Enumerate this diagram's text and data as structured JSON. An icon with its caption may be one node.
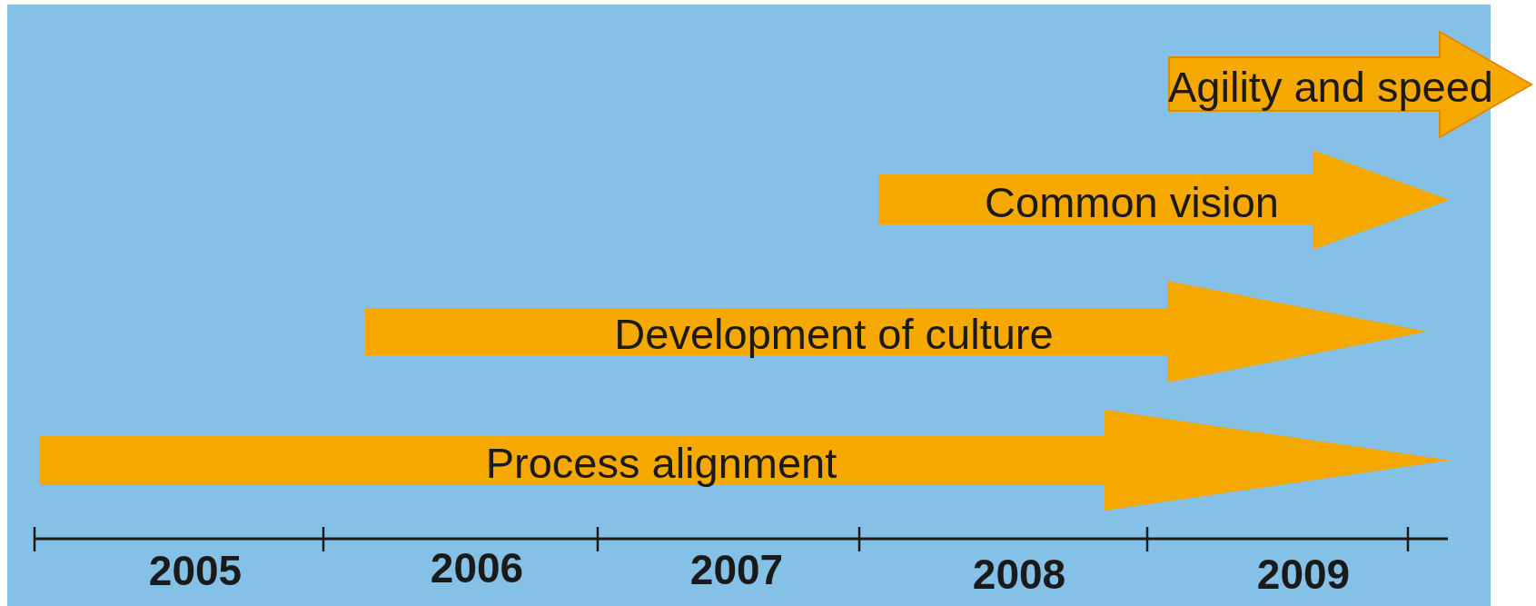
{
  "diagram": {
    "nodes": [
      {
        "text": [
          "Agility and speed"
        ]
      },
      {
        "text": [
          "Common vision"
        ]
      },
      {
        "text": [
          "Development of culture"
        ]
      },
      {
        "text": [
          "Process alignment"
        ]
      }
    ],
    "labels": [
      "2005",
      "2006",
      "2007",
      "2008",
      "2009"
    ]
  }
}
